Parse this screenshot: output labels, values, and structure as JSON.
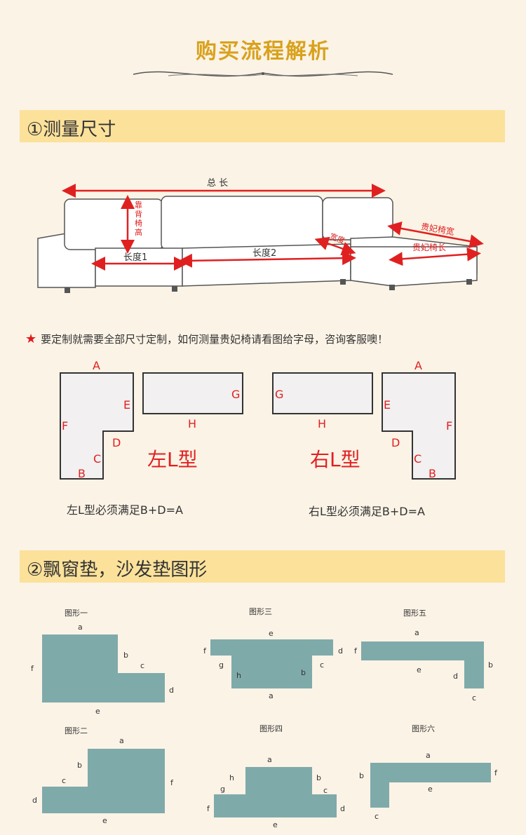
{
  "title": "购买流程解析",
  "section1": "①测量尺寸",
  "sofa": {
    "total": "总 长",
    "back_height": "靠背椅高",
    "len1": "长度1",
    "len2": "长度2",
    "corner": "宽度",
    "chaise_width": "贵妃椅宽",
    "chaise_length": "贵妃椅长"
  },
  "note": "要定制就需要全部尺寸定制，如何测量贵妃椅请看图给字母，咨询客服噢！",
  "left_l": {
    "name": "左L型",
    "rule": "左L型必须满足B+D=A",
    "A": "A",
    "B": "B",
    "C": "C",
    "D": "D",
    "E": "E",
    "F": "F",
    "G": "G",
    "H": "H"
  },
  "right_l": {
    "name": "右L型",
    "rule": "右L型必须满足B+D=A",
    "A": "A",
    "B": "B",
    "C": "C",
    "D": "D",
    "E": "E",
    "F": "F",
    "G": "G",
    "H": "H"
  },
  "section2": "②飘窗垫，沙发垫图形",
  "figures": {
    "f1": {
      "title": "图形一",
      "a": "a",
      "b": "b",
      "c": "c",
      "d": "d",
      "e": "e",
      "f": "f"
    },
    "f2": {
      "title": "图形二",
      "a": "a",
      "b": "b",
      "c": "c",
      "d": "d",
      "e": "e",
      "f": "f"
    },
    "f3": {
      "title": "图形三",
      "a": "a",
      "b": "b",
      "c": "c",
      "d": "d",
      "e": "e",
      "f": "f",
      "g": "g",
      "h": "h"
    },
    "f4": {
      "title": "图形四",
      "a": "a",
      "b": "b",
      "c": "c",
      "d": "d",
      "e": "e",
      "f": "f",
      "g": "g",
      "h": "h"
    },
    "f5": {
      "title": "图形五",
      "a": "a",
      "b": "b",
      "c": "c",
      "d": "d",
      "e": "e",
      "f": "f"
    },
    "f6": {
      "title": "图形六",
      "a": "a",
      "b": "b",
      "c": "c",
      "e": "e",
      "f": "f"
    }
  },
  "colors": {
    "shape_fill": "#7faaaa",
    "accent": "#d9a21d",
    "band": "#fbe19a",
    "red": "#e02020"
  }
}
